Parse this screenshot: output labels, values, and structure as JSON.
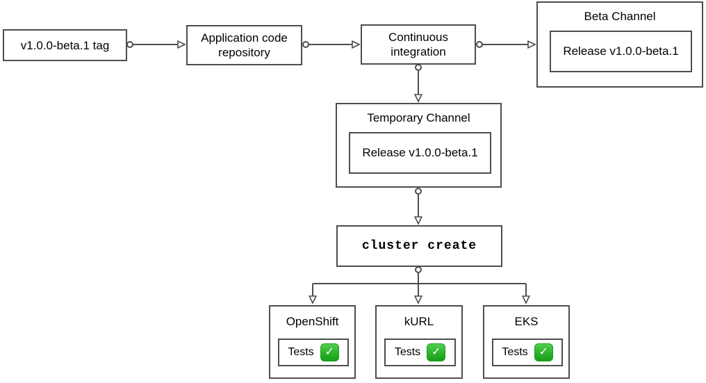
{
  "diagram": {
    "nodes": {
      "tag": {
        "label": "v1.0.0-beta.1 tag"
      },
      "app_repo": {
        "label": "Application code repository"
      },
      "ci": {
        "label": "Continuous integration"
      },
      "beta_channel": {
        "title": "Beta Channel",
        "release_label": "Release v1.0.0-beta.1"
      },
      "temp_channel": {
        "title": "Temporary Channel",
        "release_label": "Release v1.0.0-beta.1"
      },
      "cluster_create": {
        "label": "cluster create"
      },
      "openshift": {
        "title": "OpenShift",
        "tests_label": "Tests"
      },
      "kurl": {
        "title": "kURL",
        "tests_label": "Tests"
      },
      "eks": {
        "title": "EKS",
        "tests_label": "Tests"
      }
    },
    "edges": [
      {
        "from": "tag",
        "to": "app_repo"
      },
      {
        "from": "app_repo",
        "to": "ci"
      },
      {
        "from": "ci",
        "to": "beta_channel"
      },
      {
        "from": "ci",
        "to": "temp_channel"
      },
      {
        "from": "temp_channel",
        "to": "cluster_create"
      },
      {
        "from": "cluster_create",
        "to": "openshift"
      },
      {
        "from": "cluster_create",
        "to": "kurl"
      },
      {
        "from": "cluster_create",
        "to": "eks"
      }
    ],
    "icons": {
      "check": "✓"
    },
    "colors": {
      "line": "#4d4d4d",
      "box_border": "#4d4d4d",
      "text": "#000000",
      "background": "#ffffff",
      "check_green": "#2bb22a",
      "check_green_light": "#52cf50",
      "check_green_dark": "#1a9e1a",
      "check_mark": "#ffffff"
    }
  }
}
